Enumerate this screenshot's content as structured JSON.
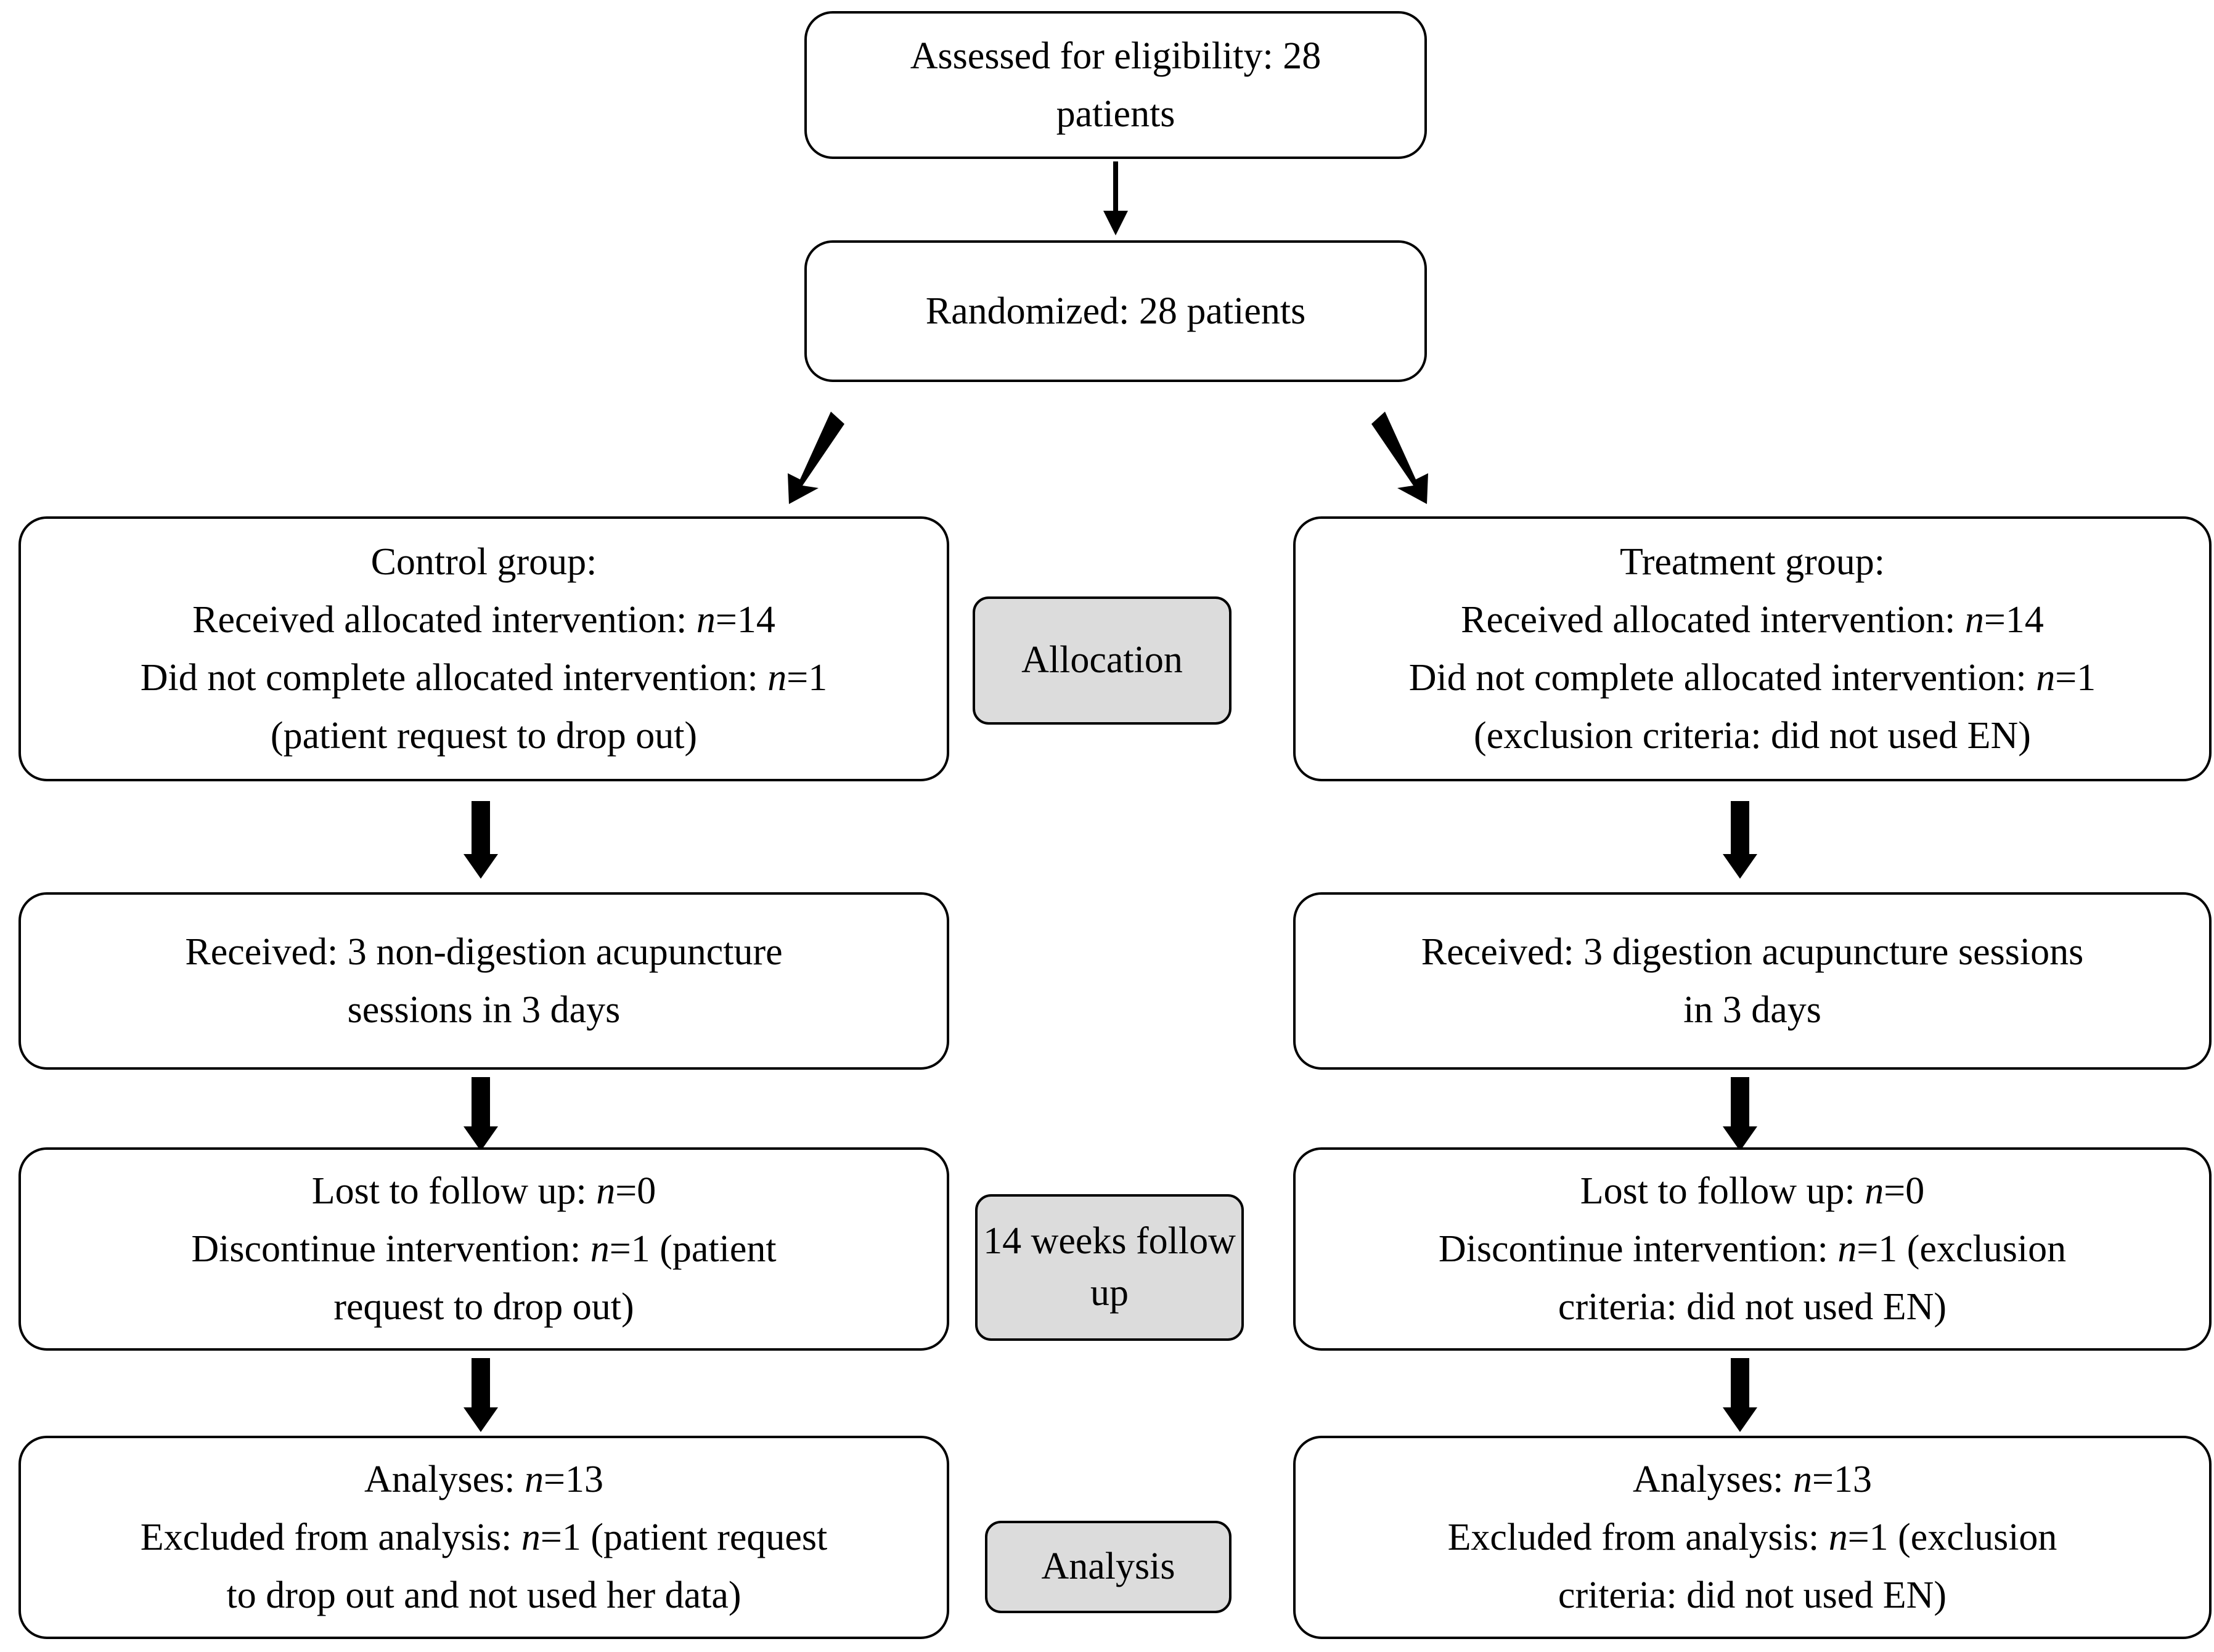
{
  "diagram": {
    "type": "consort-flow-diagram",
    "title": "CONSORT participant flow diagram",
    "colors": {
      "box_border": "#000000",
      "box_fill": "#ffffff",
      "stage_fill": "#dcdcdc",
      "arrow": "#000000",
      "text": "#000000",
      "background": "#ffffff"
    },
    "nodes": {
      "enrollment": {
        "lines": [
          "Assessed for eligibility: 28",
          "patients"
        ],
        "value": 28,
        "label": "Assessed for eligibility"
      },
      "randomized": {
        "lines": [
          "Randomized: 28 patients"
        ],
        "value": 28,
        "label": "Randomized"
      },
      "control_allocation": {
        "line1": "Control group:",
        "line2_pre": "Received allocated intervention: ",
        "line2_n": "n",
        "line2_post": "=14",
        "line3_pre": "Did not complete allocated intervention: ",
        "line3_n": "n",
        "line3_post": "=1",
        "line4": "(patient request to drop out)"
      },
      "treatment_allocation": {
        "line1": "Treatment group:",
        "line2_pre": "Received allocated intervention: ",
        "line2_n": "n",
        "line2_post": "=14",
        "line3_pre": "Did not complete allocated intervention: ",
        "line3_n": "n",
        "line3_post": "=1",
        "line4": "(exclusion criteria: did not used EN)"
      },
      "control_received": {
        "line1": "Received: 3 non-digestion acupuncture",
        "line2": "sessions in 3 days"
      },
      "treatment_received": {
        "line1": "Received: 3 digestion acupuncture sessions",
        "line2": "in 3 days"
      },
      "control_followup": {
        "line1_pre": "Lost to follow up: ",
        "line1_n": "n",
        "line1_post": "=0",
        "line2_pre": "Discontinue intervention: ",
        "line2_n": "n",
        "line2_post": "=1 (patient",
        "line3": "request to drop out)"
      },
      "treatment_followup": {
        "line1_pre": "Lost to follow up: ",
        "line1_n": "n",
        "line1_post": "=0",
        "line2_pre": "Discontinue intervention: ",
        "line2_n": "n",
        "line2_post": "=1 (exclusion",
        "line3": "criteria: did not used EN)"
      },
      "control_analysis": {
        "line1_pre": "Analyses: ",
        "line1_n": "n",
        "line1_post": "=13",
        "line2_pre": "Excluded from analysis: ",
        "line2_n": "n",
        "line2_post": "=1 (patient request",
        "line3": "to drop out and not used her data)"
      },
      "treatment_analysis": {
        "line1_pre": "Analyses: ",
        "line1_n": "n",
        "line1_post": "=13",
        "line2_pre": "Excluded from analysis: ",
        "line2_n": "n",
        "line2_post": "=1 (exclusion",
        "line3": "criteria: did not used EN)"
      }
    },
    "stages": {
      "allocation": {
        "lines": [
          "Allocation"
        ]
      },
      "followup": {
        "line1": "14 weeks",
        "line2": "follow up"
      },
      "analysis": {
        "lines": [
          "Analysis"
        ]
      }
    }
  }
}
